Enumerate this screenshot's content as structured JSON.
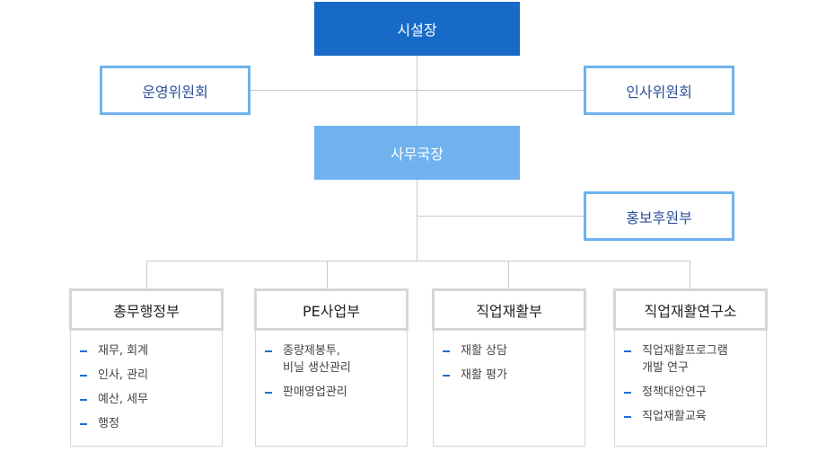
{
  "chart": {
    "top": "시설장",
    "left_committee": "운영위원회",
    "right_committee": "인사위원회",
    "secretary": "사무국장",
    "support_unit": "홍보후원부",
    "departments": [
      {
        "name": "총무행정부",
        "items": [
          "재무, 회계",
          "인사, 관리",
          "예산, 세무",
          "행정"
        ]
      },
      {
        "name": "PE사업부",
        "items": [
          "종량제봉투,\n비닐 생산관리",
          "판매영업관리"
        ]
      },
      {
        "name": "직업재활부",
        "items": [
          "재활 상담",
          "재활 평가"
        ]
      },
      {
        "name": "직업재활연구소",
        "items": [
          "직업재활프로그램\n개발 연구",
          "정책대안연구",
          "직업재활교육"
        ]
      }
    ]
  },
  "colors": {
    "top_box": "#176bc6",
    "secretary_box": "#6fb2ef",
    "committee_border": "#6fb2ef",
    "connector": "#c8c8c8",
    "bullet": "#1d6fd0"
  }
}
